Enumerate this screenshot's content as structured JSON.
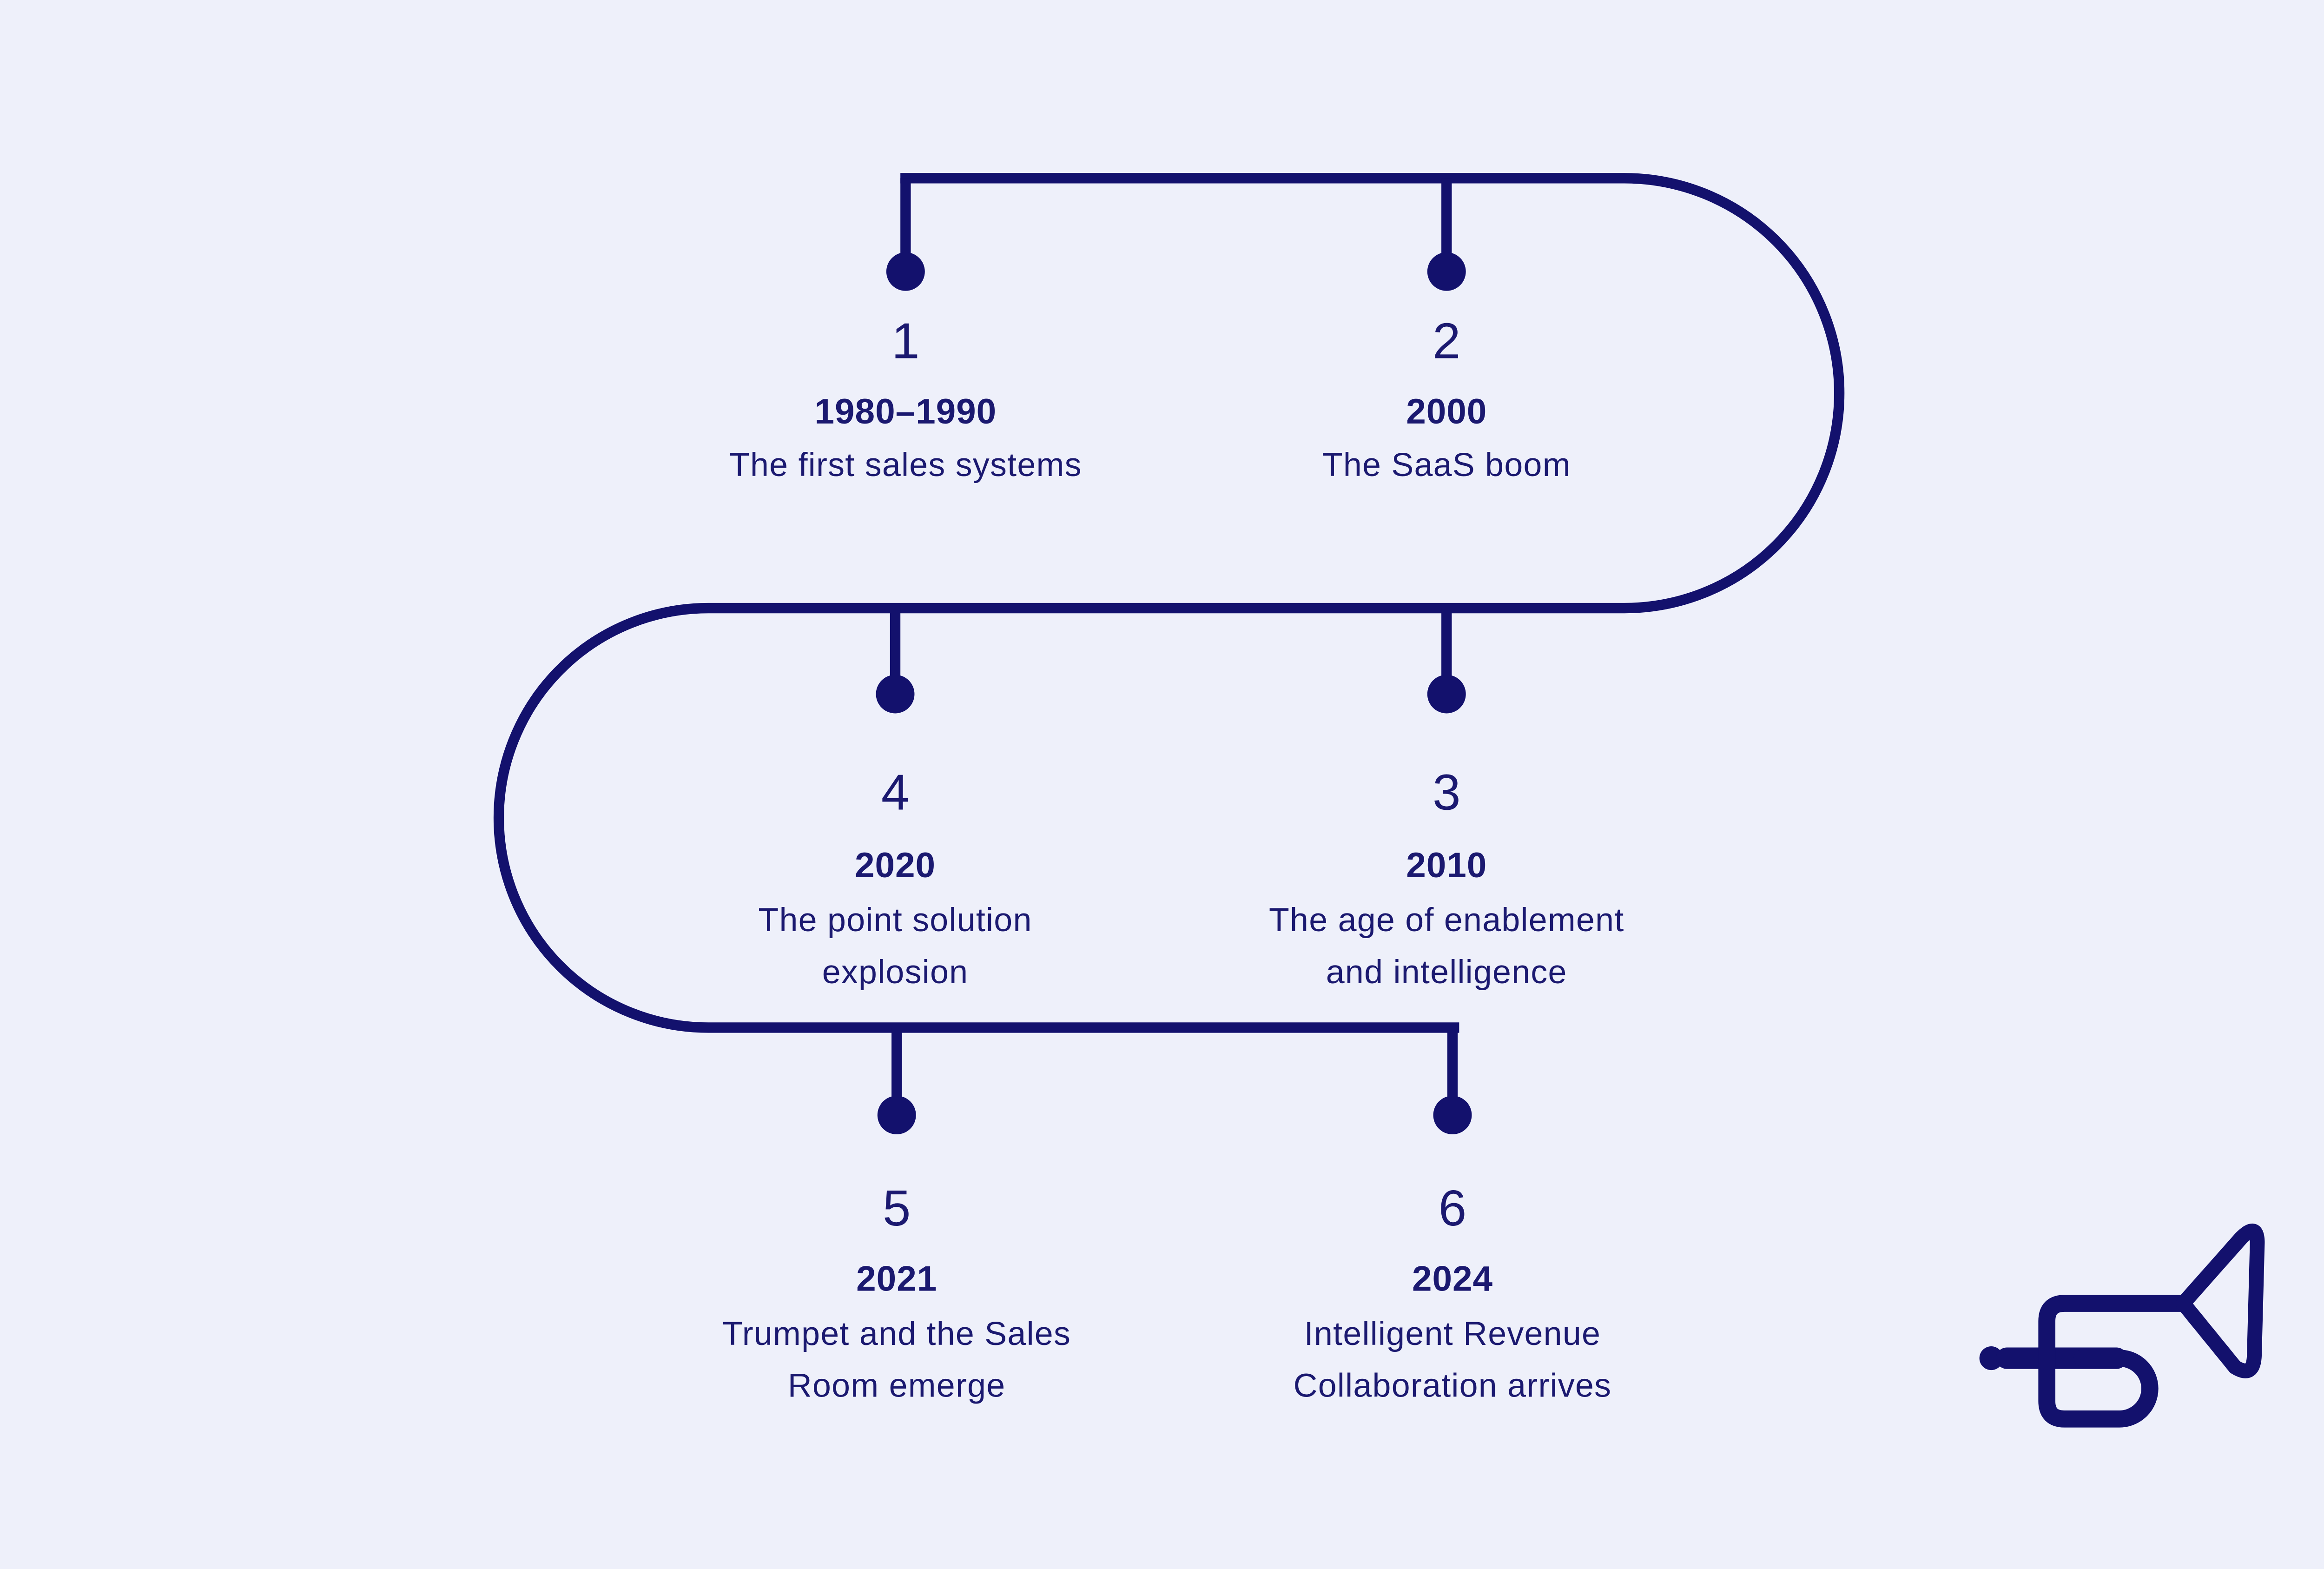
{
  "background_color": "#EEF0FA",
  "ink_color": "#13116D",
  "timeline": {
    "milestones": [
      {
        "number": "1",
        "year": "1980–1990",
        "description_lines": [
          "The first sales systems",
          ""
        ]
      },
      {
        "number": "2",
        "year": "2000",
        "description_lines": [
          "The SaaS boom",
          ""
        ]
      },
      {
        "number": "3",
        "year": "2010",
        "description_lines": [
          "The age of enablement",
          "and intelligence"
        ]
      },
      {
        "number": "4",
        "year": "2020",
        "description_lines": [
          "The point solution",
          "explosion"
        ]
      },
      {
        "number": "5",
        "year": "2021",
        "description_lines": [
          "Trumpet and the Sales",
          "Room emerge"
        ]
      },
      {
        "number": "6",
        "year": "2024",
        "description_lines": [
          "Intelligent Revenue",
          "Collaboration arrives"
        ]
      }
    ]
  },
  "logo": {
    "label": "trumpet"
  }
}
